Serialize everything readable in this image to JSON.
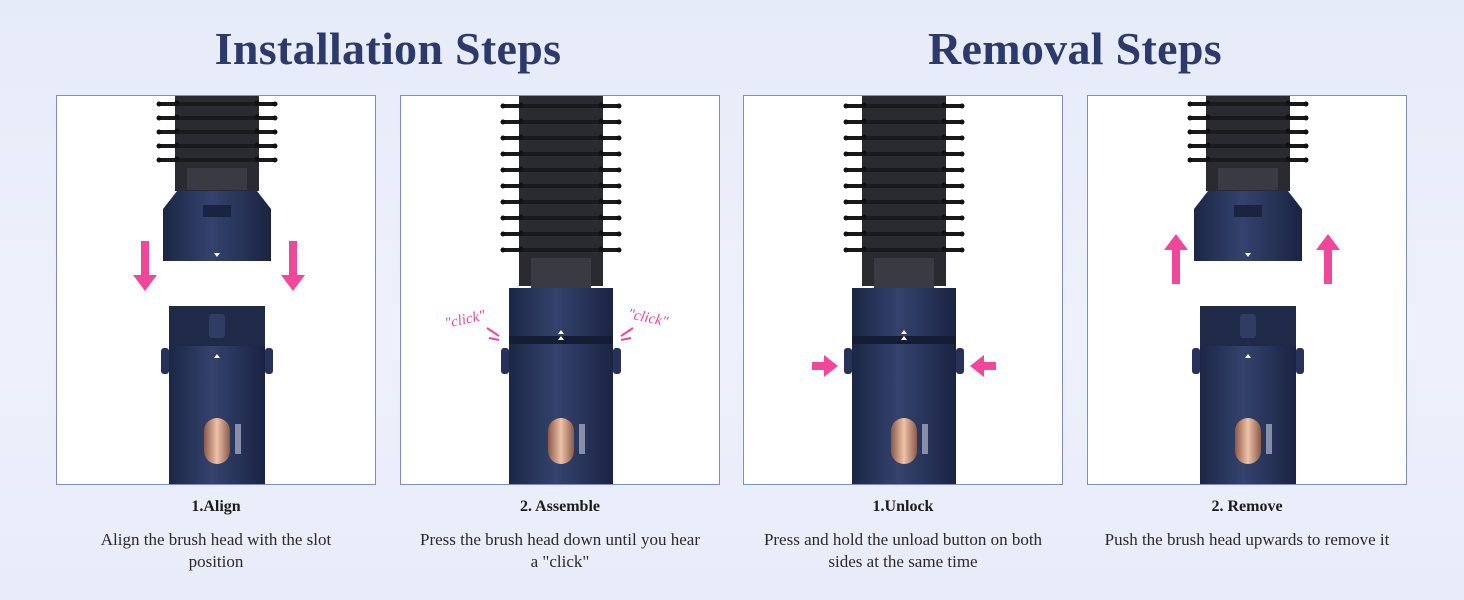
{
  "colors": {
    "title": "#2b3a6b",
    "panel_border": "#7d8ec4",
    "arrow_pink": "#f0479a",
    "handle_navy": "#27345a",
    "bristle_black": "#1a1a1d",
    "button_copper": "#d9a58c"
  },
  "titles": {
    "installation": "Installation Steps",
    "removal": "Removal Steps"
  },
  "steps": [
    {
      "label": "1.Align",
      "description": "Align the brush head with the slot position",
      "icon": "arrows-down-icon"
    },
    {
      "label": "2. Assemble",
      "description": "Press the brush head down until you hear a \"click\"",
      "icon": "click-marks"
    },
    {
      "label": "1.Unlock",
      "description": "Press and hold the unload button on both sides at the same time",
      "icon": "arrows-inward-icon"
    },
    {
      "label": "2. Remove",
      "description": "Push the brush head upwards to remove it",
      "icon": "arrows-up-icon"
    }
  ],
  "click_text": "\"click\"",
  "switch_marks": "OFF"
}
